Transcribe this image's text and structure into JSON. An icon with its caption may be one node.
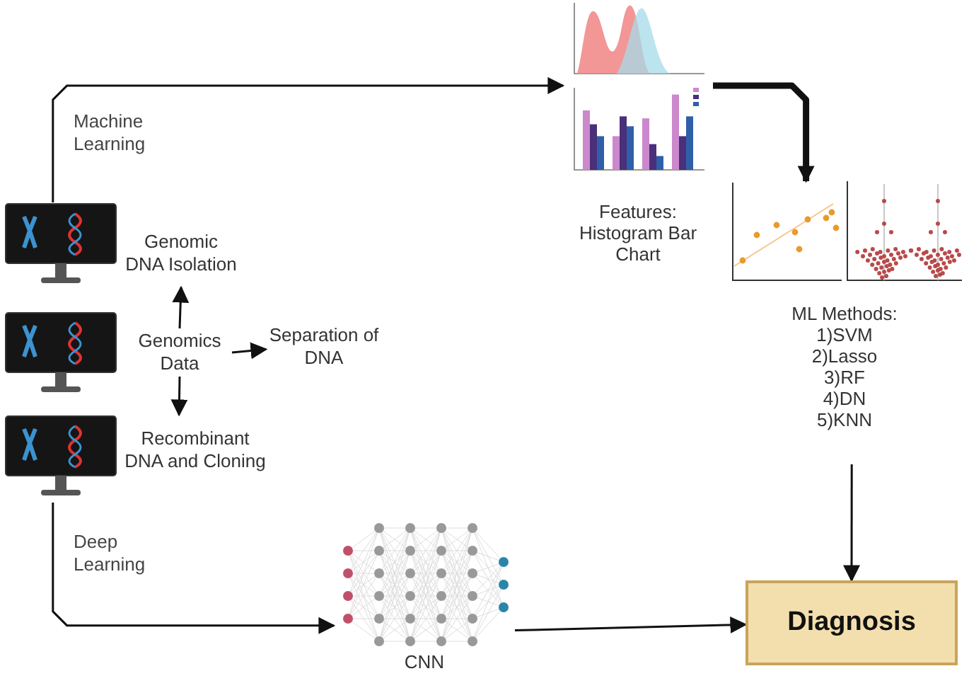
{
  "diagram": {
    "nodes": [
      {
        "text": [],
        "shape": "picture"
      },
      {
        "text": [],
        "shape": "picture"
      },
      {
        "text": [],
        "shape": "picture"
      },
      {
        "text": [
          "Genomic DNA Isolation"
        ]
      },
      {
        "text": [
          "Genomics Data"
        ]
      },
      {
        "text": [
          "Separation of DNA"
        ]
      },
      {
        "text": [
          "Recombinant DNA and Cloning"
        ]
      },
      {
        "text": [],
        "shape": "picture",
        "beside": [
          "Features: Histogram Bar Chart"
        ]
      },
      {
        "text": [],
        "shape": "picture",
        "beside": [
          "ML Methods:",
          "1)SVM",
          "2)Lasso",
          "3)RF",
          "4)DN",
          "5)KNN"
        ]
      },
      {
        "text": [],
        "shape": "picture",
        "beside": [
          "CNN"
        ]
      },
      {
        "text": [
          "Diagnosis"
        ]
      }
    ],
    "edges": [
      {
        "from": 0,
        "to": 7,
        "arrow": "to",
        "label": "Machine Learning"
      },
      {
        "from": 4,
        "to": 3,
        "arrow": "to"
      },
      {
        "from": 4,
        "to": 5,
        "arrow": "to"
      },
      {
        "from": 4,
        "to": 6,
        "arrow": "to"
      },
      {
        "from": 2,
        "to": 9,
        "arrow": "to",
        "label": "Deep Learning"
      },
      {
        "from": 7,
        "to": 8,
        "arrow": "to",
        "style": "thick"
      },
      {
        "from": 8,
        "to": 10,
        "arrow": "to"
      },
      {
        "from": 9,
        "to": 10,
        "arrow": "to"
      }
    ]
  }
}
